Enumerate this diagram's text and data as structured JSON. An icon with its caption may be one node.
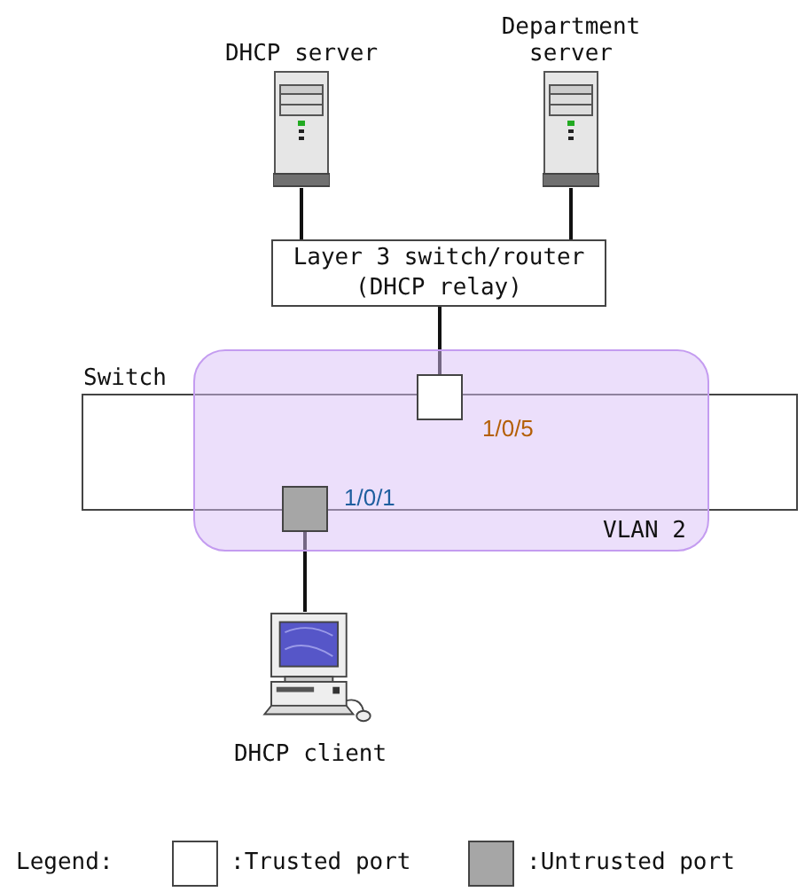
{
  "diagram": {
    "nodes": [
      {
        "text": [
          "DHCP server"
        ]
      },
      {
        "text": [
          "Department server"
        ]
      },
      {
        "text": [
          "Layer 3 switch/router (DHCP relay)"
        ]
      },
      {
        "text": [
          "Switch"
        ]
      },
      {
        "text": [
          "VLAN 2"
        ]
      },
      {
        "text": [],
        "shape": "box",
        "in": 4
      },
      {
        "text": [],
        "shape": "box",
        "in": 4
      },
      {
        "text": [
          "DHCP client"
        ]
      }
    ],
    "edges": [
      {
        "from": 0,
        "to": 2,
        "arrow": "none"
      },
      {
        "from": 1,
        "to": 2,
        "arrow": "none"
      },
      {
        "from": 2,
        "to": 5,
        "arrow": "none"
      },
      {
        "from": 6,
        "to": 7,
        "arrow": "none"
      }
    ],
    "labels": [
      "1/0/5",
      "1/0/1",
      "Legend:"
    ],
    "legend": [
      {
        "text": ":Trusted port",
        "color": "#ffffff"
      },
      {
        "text": ":Untrusted port",
        "color": "#a6a6a6"
      }
    ]
  }
}
